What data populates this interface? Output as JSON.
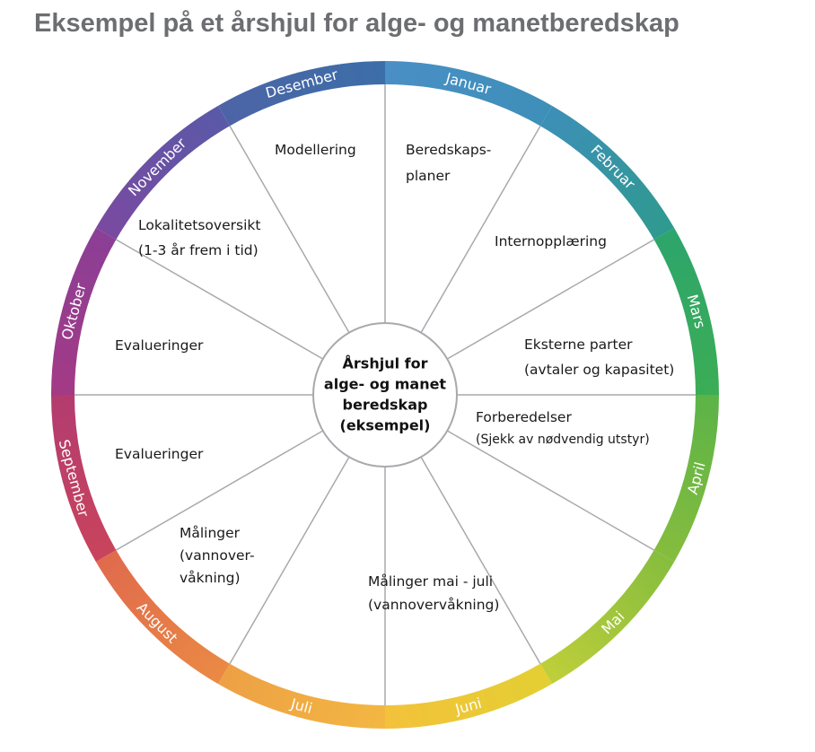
{
  "title": "Eksempel på et årshjul for alge- og manetberedskap",
  "center_lines": [
    "Årshjul for",
    "alge- og manet",
    "beredskap",
    "(eksempel)"
  ],
  "months": [
    {
      "name": "Januar",
      "color_start": "#4a8fc6",
      "color_end": "#3d8fb8",
      "text_color": "#ffffff"
    },
    {
      "name": "Februar",
      "color_start": "#3d8fb8",
      "color_end": "#2f9a8e",
      "text_color": "#ffffff"
    },
    {
      "name": "Mars",
      "color_start": "#2da56c",
      "color_end": "#3cad55",
      "text_color": "#ffffff"
    },
    {
      "name": "April",
      "color_start": "#5bb348",
      "color_end": "#86bd3e",
      "text_color": "#ffffff"
    },
    {
      "name": "Mai",
      "color_start": "#86bd3e",
      "color_end": "#bfcf3a",
      "text_color": "#2a2a2a"
    },
    {
      "name": "Juni",
      "color_start": "#e3cf33",
      "color_end": "#f3c23a",
      "text_color": "#2a2a2a"
    },
    {
      "name": "Juli",
      "color_start": "#f3b742",
      "color_end": "#eda044",
      "text_color": "#2a2a2a"
    },
    {
      "name": "August",
      "color_start": "#ea8a44",
      "color_end": "#e06a4d",
      "text_color": "#ffffff"
    },
    {
      "name": "September",
      "color_start": "#c9445c",
      "color_end": "#b23c70",
      "text_color": "#ffffff"
    },
    {
      "name": "Oktober",
      "color_start": "#a43a85",
      "color_end": "#8a3f96",
      "text_color": "#ffffff"
    },
    {
      "name": "November",
      "color_start": "#7a4aa0",
      "color_end": "#5a59a8",
      "text_color": "#ffffff"
    },
    {
      "name": "Desember",
      "color_start": "#4d64a6",
      "color_end": "#3c6ea8",
      "text_color": "#ffffff"
    }
  ],
  "activities": [
    {
      "lines": [
        "Beredskaps-",
        "planer"
      ]
    },
    {
      "lines": [
        "Internopplæring"
      ]
    },
    {
      "lines": [
        "Eksterne parter",
        "(avtaler og kapasitet)"
      ]
    },
    {
      "lines": [
        "Forberedelser",
        "(Sjekk av nødvendig utstyr)"
      ]
    },
    {
      "lines": [
        "Målinger mai - juli",
        "(vannovervåkning)"
      ]
    },
    {
      "lines": [
        "Målinger",
        "(vannover-",
        "våkning)"
      ]
    },
    {
      "lines": [
        "Evalueringer"
      ]
    },
    {
      "lines": [
        "Evalueringer"
      ]
    },
    {
      "lines": [
        "Lokalitetsoversikt",
        "(1-3 år frem i tid)"
      ]
    },
    {
      "lines": [
        "Modellering"
      ]
    }
  ],
  "colors": {
    "divider": "#a7a9ac",
    "center_border": "#a7a9ac",
    "title": "#6d6e71"
  }
}
